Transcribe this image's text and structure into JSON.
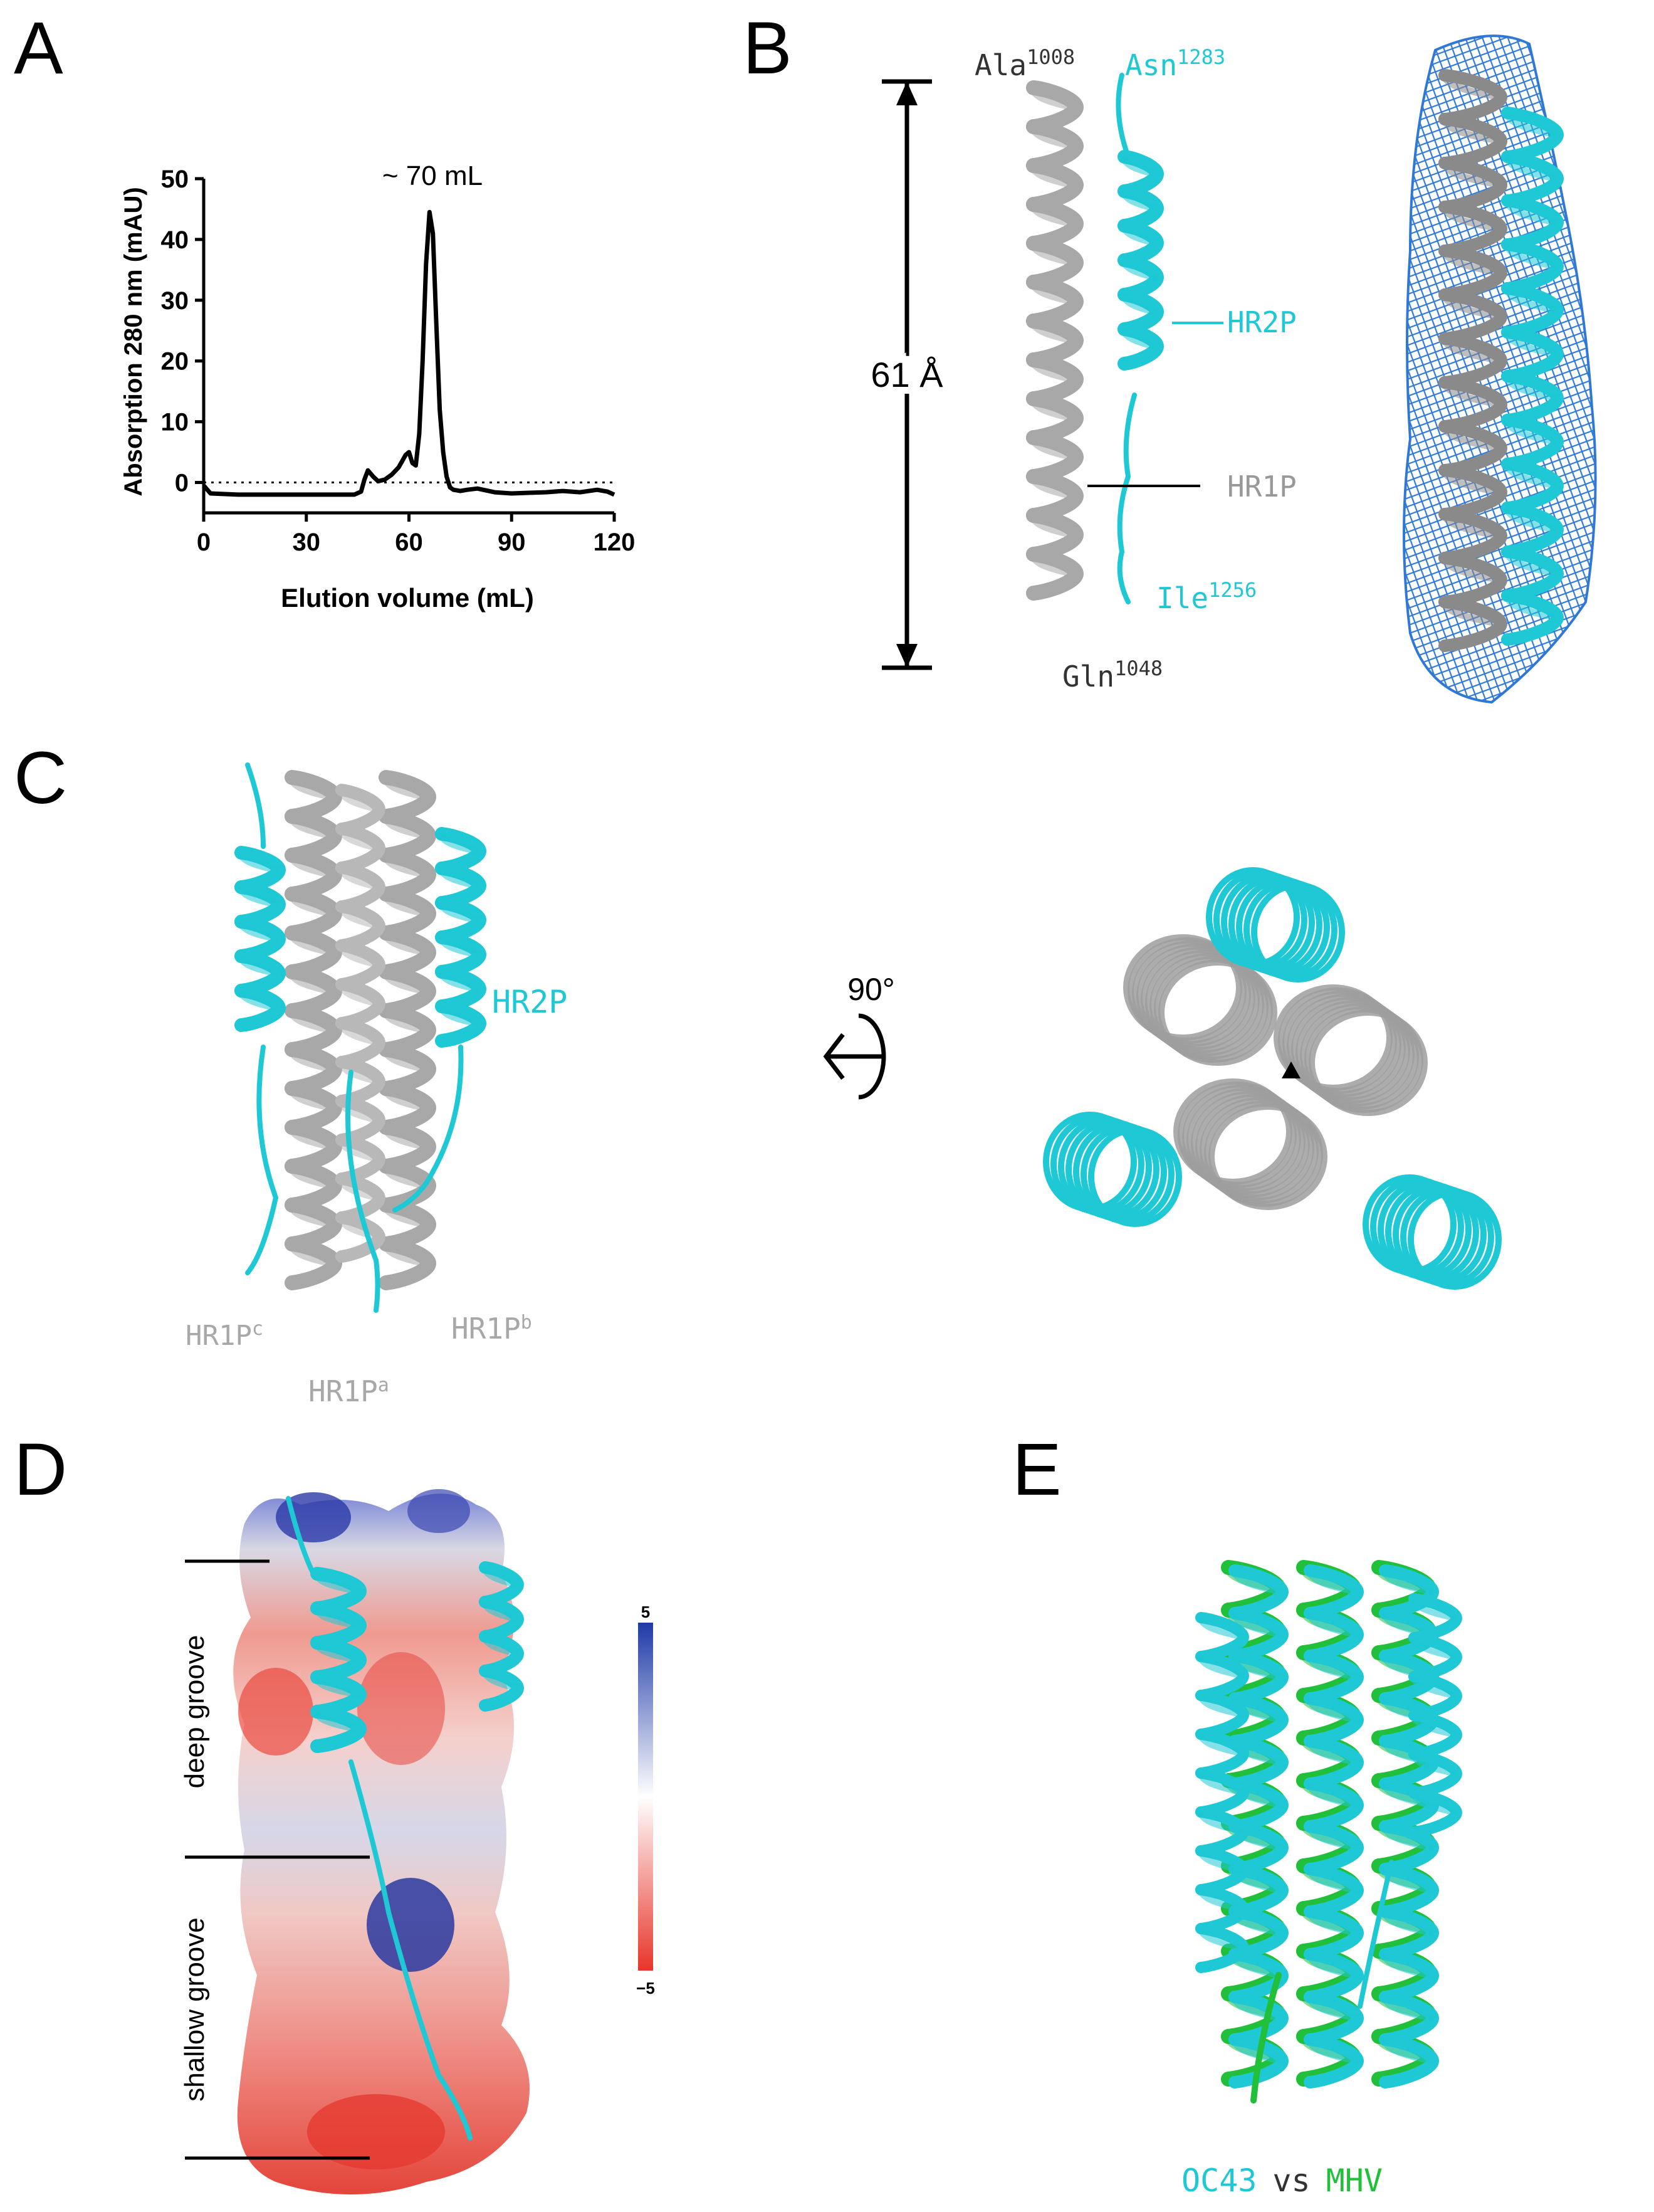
{
  "panels": {
    "a": {
      "letter": "A"
    },
    "b": {
      "letter": "B"
    },
    "c": {
      "letter": "C"
    },
    "d": {
      "letter": "D"
    },
    "e": {
      "letter": "E"
    }
  },
  "chart_data": {
    "type": "line",
    "title": "",
    "xlabel": "Elution volume (mL)",
    "ylabel": "Absorption 280 nm (mAU)",
    "xlim": [
      0,
      120
    ],
    "ylim": [
      -5,
      50
    ],
    "xticks": [
      0,
      30,
      60,
      90,
      120
    ],
    "yticks": [
      0,
      10,
      20,
      30,
      40,
      50
    ],
    "baseline_dotted": 0,
    "annotation": "~ 70 mL",
    "series": [
      {
        "color": "#000000",
        "x": [
          0,
          2,
          10,
          20,
          30,
          40,
          44,
          46,
          47,
          48,
          49.5,
          51,
          53,
          55,
          57,
          58,
          59,
          60,
          61,
          62,
          63,
          64,
          65,
          66,
          67,
          68,
          69,
          70,
          71,
          72,
          73,
          74,
          75,
          77,
          80,
          85,
          90,
          95,
          100,
          105,
          110,
          115,
          118,
          120
        ],
        "y": [
          -0.5,
          -1.8,
          -2.0,
          -2.0,
          -2.0,
          -2.0,
          -2.0,
          -1.5,
          0.5,
          2.0,
          1.0,
          0.2,
          0.5,
          1.3,
          2.5,
          3.5,
          4.5,
          5.0,
          3.2,
          2.8,
          8.0,
          20.0,
          36.0,
          44.5,
          41.0,
          26.0,
          12.0,
          5.0,
          1.0,
          -0.8,
          -1.2,
          -1.3,
          -1.4,
          -1.2,
          -1.0,
          -1.6,
          -1.8,
          -1.7,
          -1.6,
          -1.4,
          -1.6,
          -1.2,
          -1.5,
          -2.0
        ]
      }
    ]
  },
  "panel_b": {
    "dimension": "61 Å",
    "labels": {
      "ala": "Ala",
      "ala_sup": "1008",
      "asn": "Asn",
      "asn_sup": "1283",
      "hr2p": "HR2P",
      "hr1p": "HR1P",
      "ile": "Ile",
      "ile_sup": "1256",
      "gln": "Gln",
      "gln_sup": "1048"
    }
  },
  "panel_c": {
    "hr2p": "HR2P",
    "rotation": "90°",
    "hr1p_a": "HR1P",
    "hr1p_a_sup": "a",
    "hr1p_b": "HR1P",
    "hr1p_b_sup": "b",
    "hr1p_c": "HR1P",
    "hr1p_c_sup": "c"
  },
  "panel_d": {
    "deep_groove": "deep groove",
    "shallow_groove": "shallow groove",
    "scale_max": "5",
    "scale_min": "−5"
  },
  "panel_e": {
    "oc43": "OC43",
    "vs": "vs",
    "mhv": "MHV"
  },
  "colors": {
    "cyan": "#1ec8d4",
    "gray_helix": "#a8a8a8",
    "mesh_blue": "#2f78d6",
    "green": "#22c03a",
    "neg_red": "#e8352a",
    "pos_blue": "#1f3aa8"
  }
}
